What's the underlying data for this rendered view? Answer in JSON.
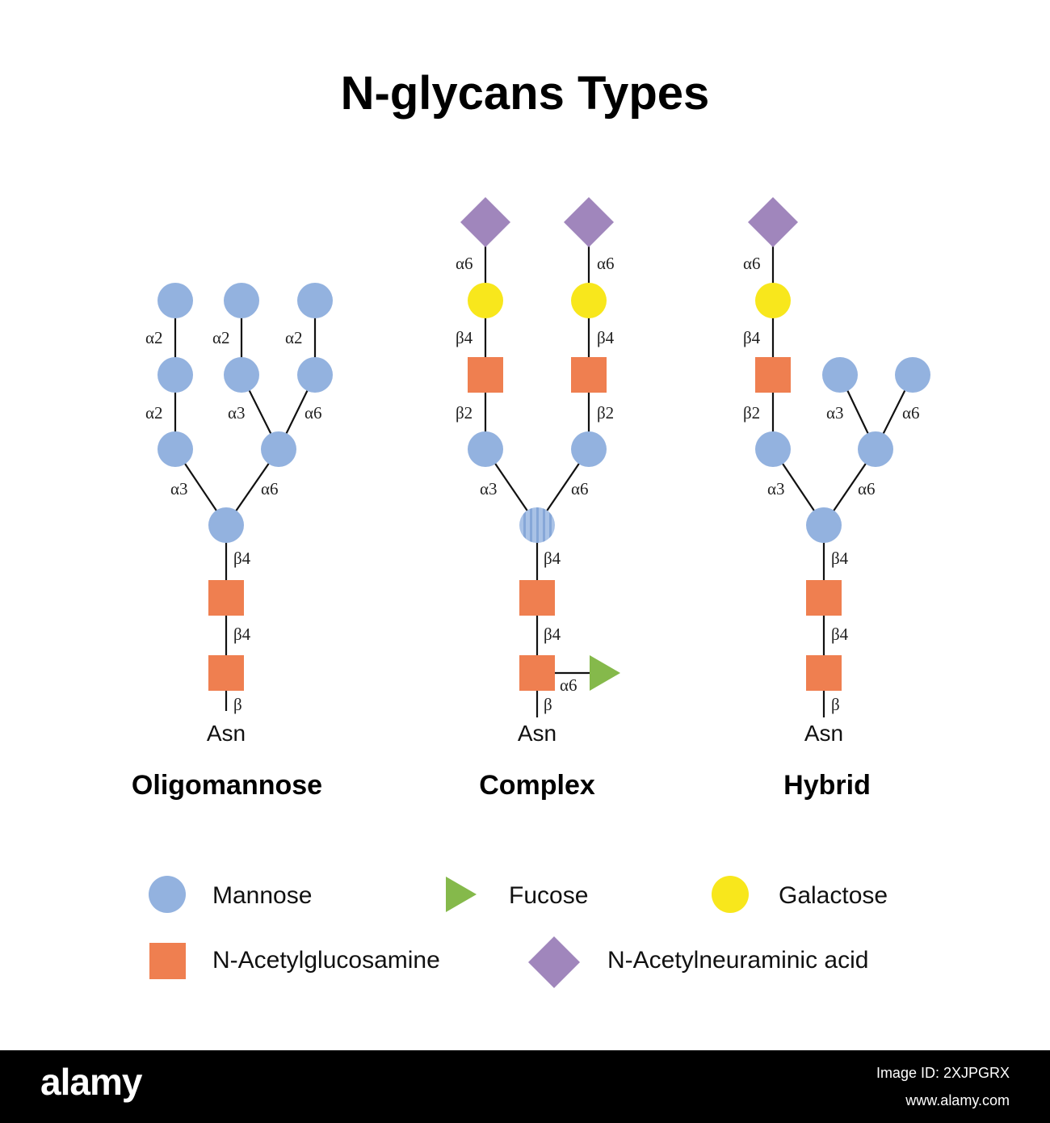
{
  "title": "N-glycans Types",
  "colors": {
    "mannose": "#93b2df",
    "glcnac": "#ef7f50",
    "galactose": "#f8e71c",
    "fucose": "#85b94b",
    "neu5ac": "#a086bc"
  },
  "types": [
    {
      "name": "Oligomannose",
      "asn": "Asn",
      "linkages": [
        "α2",
        "α2",
        "α2",
        "α2",
        "α3",
        "α6",
        "α3",
        "α6",
        "β4",
        "β4",
        "β"
      ]
    },
    {
      "name": "Complex",
      "asn": "Asn",
      "linkages": [
        "α6",
        "α6",
        "β4",
        "β4",
        "β2",
        "β2",
        "α3",
        "α6",
        "β4",
        "β4",
        "α6",
        "β"
      ]
    },
    {
      "name": "Hybrid",
      "asn": "Asn",
      "linkages": [
        "α6",
        "β4",
        "β2",
        "α3",
        "α6",
        "α3",
        "α6",
        "β4",
        "β4",
        "β"
      ]
    }
  ],
  "legend": [
    {
      "icon": "mannose-circle-icon",
      "label": "Mannose"
    },
    {
      "icon": "fucose-triangle-icon",
      "label": "Fucose"
    },
    {
      "icon": "galactose-circle-icon",
      "label": "Galactose"
    },
    {
      "icon": "glcnac-square-icon",
      "label": "N-Acetylglucosamine"
    },
    {
      "icon": "neu5ac-diamond-icon",
      "label": "N-Acetylneuraminic acid"
    }
  ],
  "footer": {
    "brand": "alamy",
    "image_id": "Image ID: 2XJPGRX",
    "site": "www.alamy.com"
  }
}
